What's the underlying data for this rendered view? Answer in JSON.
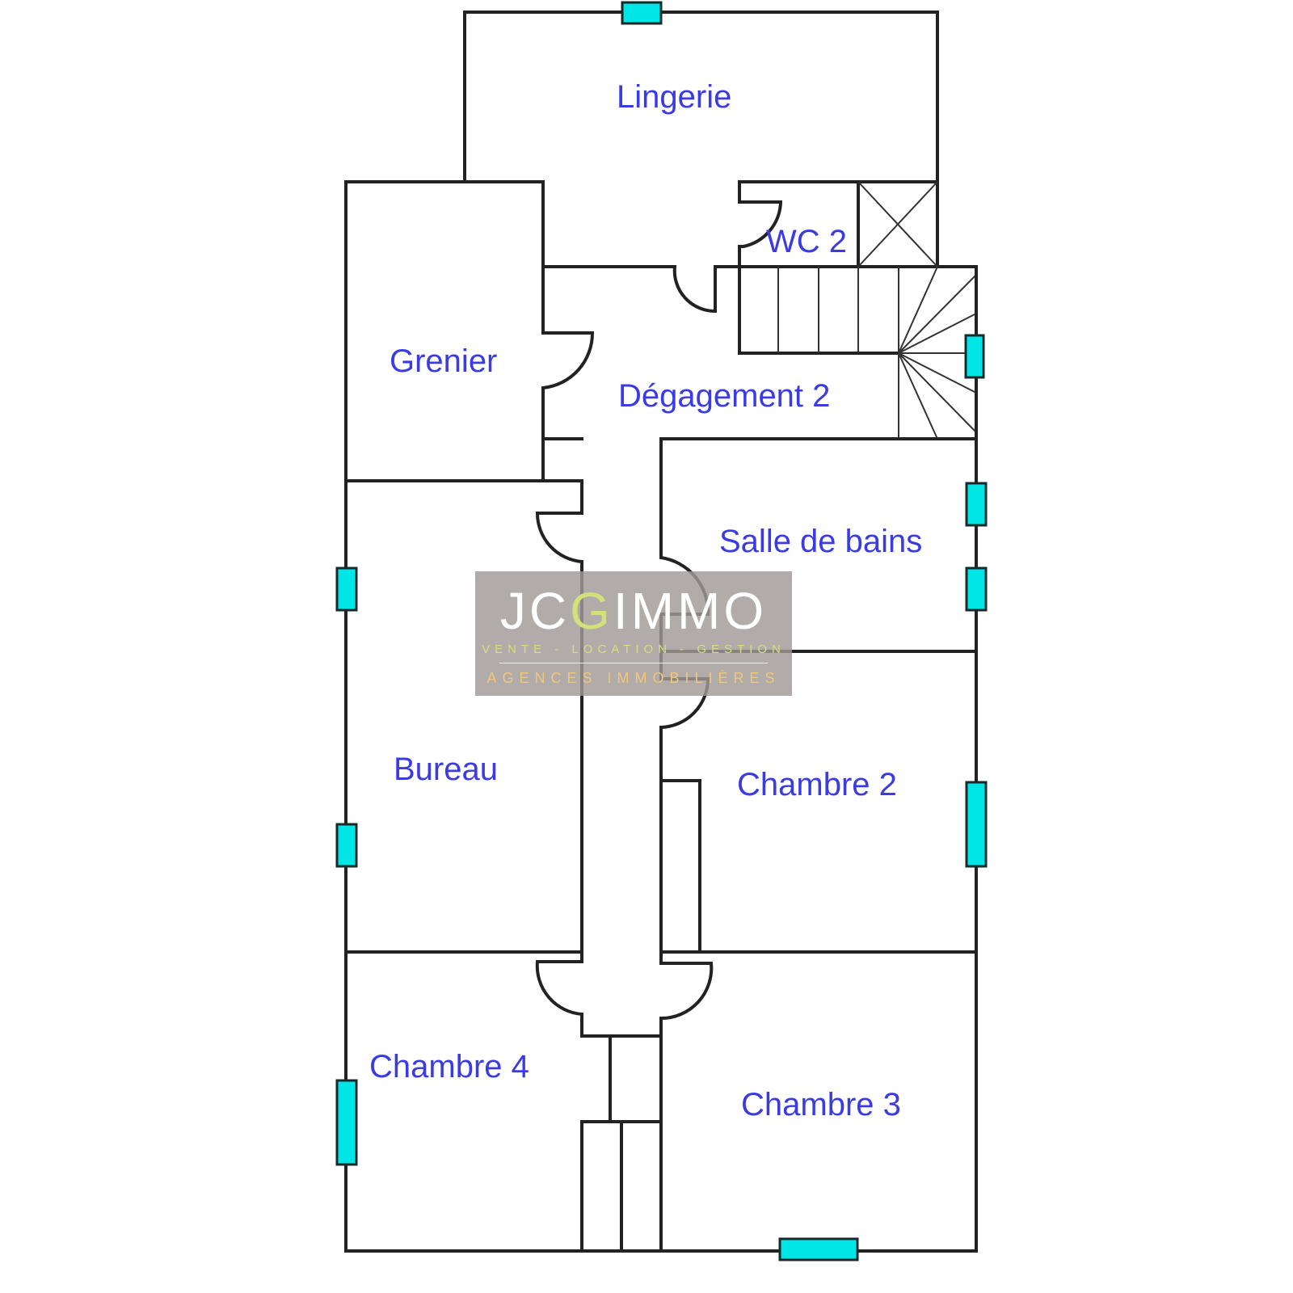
{
  "rooms": {
    "lingerie": "Lingerie",
    "wc2": "WC 2",
    "grenier": "Grenier",
    "degagement2": "Dégagement 2",
    "salle_de_bains": "Salle de bains",
    "bureau": "Bureau",
    "chambre2": "Chambre 2",
    "chambre4": "Chambre 4",
    "chambre3": "Chambre 3"
  },
  "logo": {
    "brand_a": "JC",
    "brand_b": "G",
    "brand_c": "IMMO",
    "tagline": "VENTE - LOCATION - GESTION",
    "subtitle": "AGENCES IMMOBILIÈRES"
  },
  "colors": {
    "label": "#3b3be6",
    "window": "#00e5e5",
    "wall": "#222222"
  }
}
